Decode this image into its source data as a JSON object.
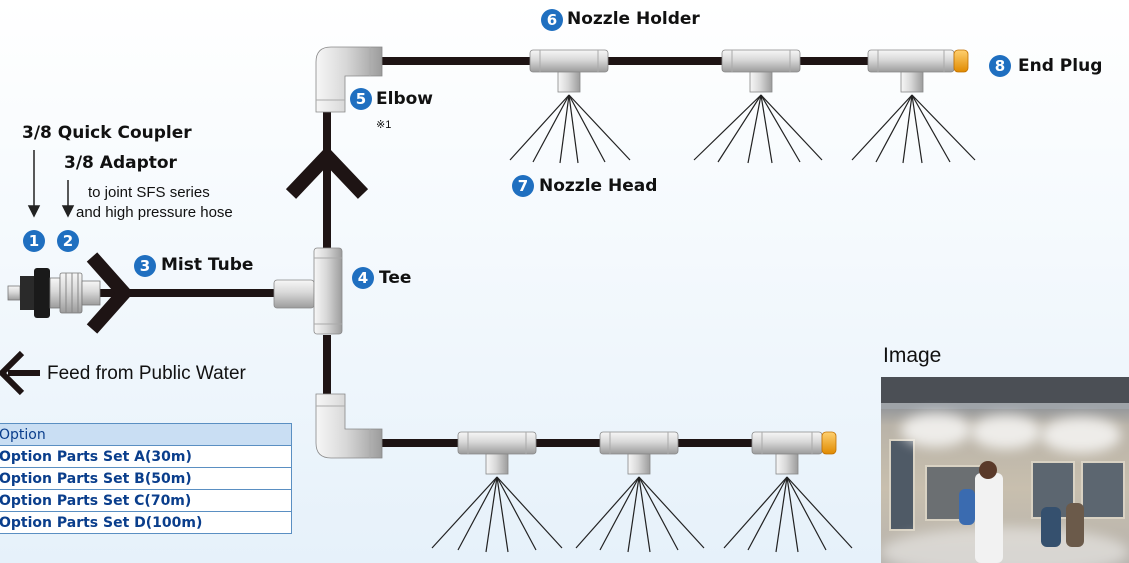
{
  "labels": {
    "quick_coupler": "3/8 Quick Coupler",
    "adaptor": "3/8 Adaptor",
    "adaptor_note_1": "to joint SFS series",
    "adaptor_note_2": "and high pressure hose",
    "mist_tube": "Mist Tube",
    "tee": "Tee",
    "elbow": "Elbow",
    "elbow_note": "※1",
    "nozzle_holder": "Nozzle Holder",
    "nozzle_head": "Nozzle Head",
    "end_plug": "End Plug",
    "feed": "Feed from Public Water",
    "image_title": "Image"
  },
  "badges": {
    "b1": "1",
    "b2": "2",
    "b3": "3",
    "b4": "4",
    "b5": "5",
    "b6": "6",
    "b7": "7",
    "b8": "8"
  },
  "options": {
    "header": "Option",
    "rows": [
      "Option Parts Set A(30m)",
      "Option Parts Set B(50m)",
      "Option Parts Set C(70m)",
      "Option Parts Set D(100m)"
    ]
  },
  "colors": {
    "badge": "#1f6fc0",
    "tube": "#1e1414",
    "end_cap": "#f5a51e",
    "table_header": "#c9def3",
    "table_text": "#0a3e8c"
  }
}
